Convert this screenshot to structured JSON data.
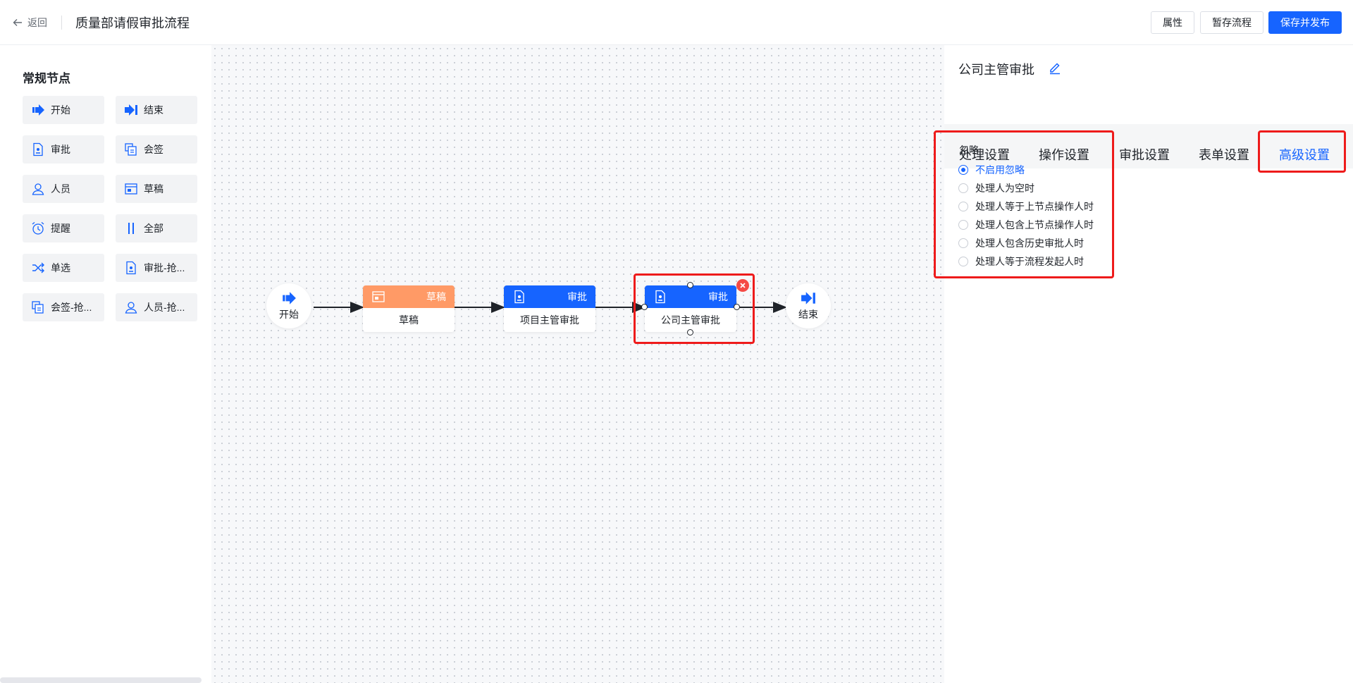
{
  "header": {
    "back_label": "返回",
    "title": "质量部请假审批流程",
    "buttons": {
      "properties": "属性",
      "save_draft": "暂存流程",
      "save_publish": "保存并发布"
    }
  },
  "palette": {
    "title": "常规节点",
    "items": [
      {
        "label": "开始",
        "icon": "start-arrow-icon"
      },
      {
        "label": "结束",
        "icon": "end-arrow-icon"
      },
      {
        "label": "审批",
        "icon": "approve-doc-icon"
      },
      {
        "label": "会签",
        "icon": "countersign-icon"
      },
      {
        "label": "人员",
        "icon": "person-icon"
      },
      {
        "label": "草稿",
        "icon": "draft-window-icon"
      },
      {
        "label": "提醒",
        "icon": "alarm-clock-icon"
      },
      {
        "label": "全部",
        "icon": "all-bars-icon"
      },
      {
        "label": "单选",
        "icon": "shuffle-icon"
      },
      {
        "label": "审批-抢...",
        "icon": "approve-doc-icon"
      },
      {
        "label": "会签-抢...",
        "icon": "countersign-icon"
      },
      {
        "label": "人员-抢...",
        "icon": "person-icon"
      }
    ]
  },
  "flow": {
    "start": {
      "label": "开始"
    },
    "draft": {
      "type": "草稿",
      "label": "草稿"
    },
    "project_approve": {
      "type": "审批",
      "label": "项目主管审批"
    },
    "company_approve": {
      "type": "审批",
      "label": "公司主管审批"
    },
    "end": {
      "label": "结束"
    }
  },
  "panel": {
    "title": "公司主管审批",
    "tabs": [
      "处理设置",
      "操作设置",
      "审批设置",
      "表单设置",
      "高级设置"
    ],
    "active_tab": "高级设置",
    "ignore_label": "忽略:",
    "options": [
      "不启用忽略",
      "处理人为空时",
      "处理人等于上节点操作人时",
      "处理人包含上节点操作人时",
      "处理人包含历史审批人时",
      "处理人等于流程发起人时"
    ],
    "selected_option": "不启用忽略"
  },
  "colors": {
    "primary": "#1664ff",
    "draft_orange": "#ff9a66",
    "highlight_red": "#ee1b1b"
  }
}
